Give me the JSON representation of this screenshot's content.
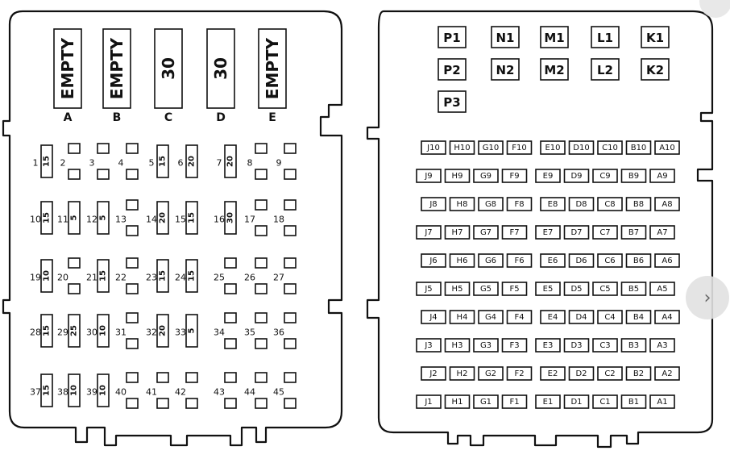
{
  "left_panel": {
    "top_slots": [
      {
        "letter": "A",
        "content": "EMPTY"
      },
      {
        "letter": "B",
        "content": "EMPTY"
      },
      {
        "letter": "C",
        "content": "30"
      },
      {
        "letter": "D",
        "content": "30"
      },
      {
        "letter": "E",
        "content": "EMPTY"
      }
    ],
    "fuse_rows": [
      {
        "numbers": [
          "1",
          "2",
          "3",
          "4",
          "5",
          "6",
          "7",
          "8",
          "9"
        ],
        "fuses": [
          {
            "pos": 0,
            "amp": "15"
          },
          {
            "pos": 4,
            "amp": "15"
          },
          {
            "pos": 5,
            "amp": "20"
          },
          {
            "pos": 6,
            "amp": "20"
          }
        ]
      },
      {
        "numbers": [
          "10",
          "11",
          "12",
          "13",
          "14",
          "15",
          "16",
          "17",
          "18"
        ],
        "fuses": [
          {
            "pos": 0,
            "amp": "15"
          },
          {
            "pos": 1,
            "amp": "5"
          },
          {
            "pos": 2,
            "amp": "5"
          },
          {
            "pos": 4,
            "amp": "20"
          },
          {
            "pos": 5,
            "amp": "15"
          },
          {
            "pos": 6,
            "amp": "30"
          }
        ]
      },
      {
        "numbers": [
          "19",
          "20",
          "21",
          "22",
          "23",
          "24",
          "25",
          "26",
          "27"
        ],
        "fuses": [
          {
            "pos": 0,
            "amp": "10"
          },
          {
            "pos": 2,
            "amp": "15"
          },
          {
            "pos": 4,
            "amp": "15"
          },
          {
            "pos": 5,
            "amp": "15"
          }
        ]
      },
      {
        "numbers": [
          "28",
          "29",
          "30",
          "31",
          "32",
          "33",
          "34",
          "35",
          "36"
        ],
        "fuses": [
          {
            "pos": 0,
            "amp": "15"
          },
          {
            "pos": 1,
            "amp": "25"
          },
          {
            "pos": 2,
            "amp": "10"
          },
          {
            "pos": 4,
            "amp": "20"
          },
          {
            "pos": 5,
            "amp": "5"
          }
        ]
      },
      {
        "numbers": [
          "37",
          "38",
          "39",
          "40",
          "41",
          "42",
          "43",
          "44",
          "45"
        ],
        "fuses": [
          {
            "pos": 0,
            "amp": "15"
          },
          {
            "pos": 1,
            "amp": "10"
          },
          {
            "pos": 2,
            "amp": "10"
          }
        ]
      }
    ]
  },
  "right_panel": {
    "relays": [
      [
        "P1",
        "N1",
        "M1",
        "L1",
        "K1"
      ],
      [
        "P2",
        "N2",
        "M2",
        "L2",
        "K2"
      ],
      [
        "P3"
      ]
    ],
    "grid_columns": [
      "J",
      "H",
      "G",
      "F",
      "E",
      "D",
      "C",
      "B",
      "A"
    ],
    "grid_rows": [
      "10",
      "9",
      "8",
      "7",
      "6",
      "5",
      "4",
      "3",
      "2",
      "1"
    ]
  },
  "nav": {
    "next_icon": "›"
  }
}
